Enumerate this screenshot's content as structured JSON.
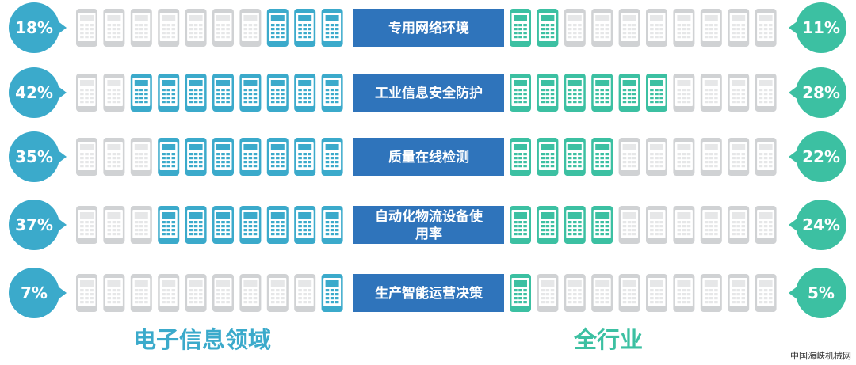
{
  "chart_data": {
    "type": "pictograph",
    "units_per_row": 10,
    "categories": [
      "专用网络环境",
      "工业信息安全防护",
      "质量在线检测",
      "自动化物流设备使用率",
      "生产智能运营决策"
    ],
    "category_label_lines": [
      [
        "专用网络环境"
      ],
      [
        "工业信息安全防护"
      ],
      [
        "质量在线检测"
      ],
      [
        "自动化物流设备使",
        "用率"
      ],
      [
        "生产智能运营决策"
      ]
    ],
    "series": [
      {
        "name": "电子信息领域",
        "values": [
          18,
          42,
          35,
          37,
          7
        ],
        "value_labels": [
          "18%",
          "42%",
          "35%",
          "37%",
          "7%"
        ],
        "filled_units": [
          3,
          8,
          7,
          7,
          1
        ],
        "side": "left",
        "color": "#3BAACB"
      },
      {
        "name": "全行业",
        "values": [
          11,
          28,
          22,
          24,
          5
        ],
        "value_labels": [
          "11%",
          "28%",
          "22%",
          "24%",
          "5%"
        ],
        "filled_units": [
          2,
          6,
          4,
          4,
          1
        ],
        "side": "right",
        "color": "#3CC0A2"
      }
    ]
  },
  "colors": {
    "left_accent": "#3BAACB",
    "right_accent": "#3CC0A2",
    "label_box": "#2F74BB",
    "icon_inactive": "#D0D2D4"
  },
  "icon_name": "mobile-phone-icon",
  "watermark": "中国海峡机械网"
}
